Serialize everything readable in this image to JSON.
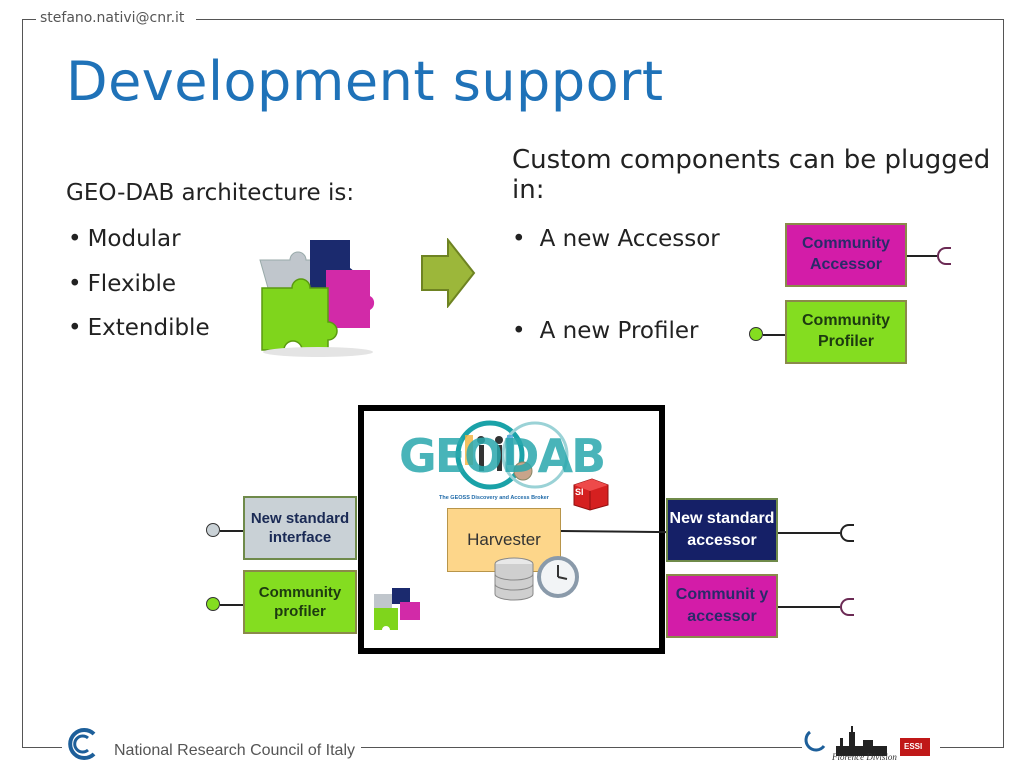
{
  "header": {
    "email": "stefano.nativi@cnr.it"
  },
  "slide": {
    "title": "Development support",
    "left_heading": "GEO-DAB architecture is:",
    "left_bullets": [
      "Modular",
      "Flexible",
      "Extendible"
    ],
    "right_heading": "Custom components can be plugged in:",
    "right_bullets": [
      "A new Accessor",
      "A new Profiler"
    ]
  },
  "components": {
    "community_accessor": "Community Accessor",
    "community_profiler": "Community Profiler",
    "new_standard_interface": "New standard interface",
    "community_profiler_lower": "Community profiler",
    "new_standard_accessor": "New standard accessor",
    "community_accessor_lower": "Communit y accessor",
    "harvester": "Harvester"
  },
  "logo": {
    "geodab_text": "GEODAB",
    "geodab_tagline": "The GEOSS Discovery and Access Broker",
    "cube_label": "SI"
  },
  "footer": {
    "organization": "National Research Council of Italy",
    "right_logo_text": "Florence Division",
    "right_logo_badge": "ESSI"
  },
  "colors": {
    "title": "#1f72b8",
    "magenta": "#d31ca8",
    "lime": "#84dd20",
    "navy": "#152067",
    "harvester": "#fdd68a"
  }
}
